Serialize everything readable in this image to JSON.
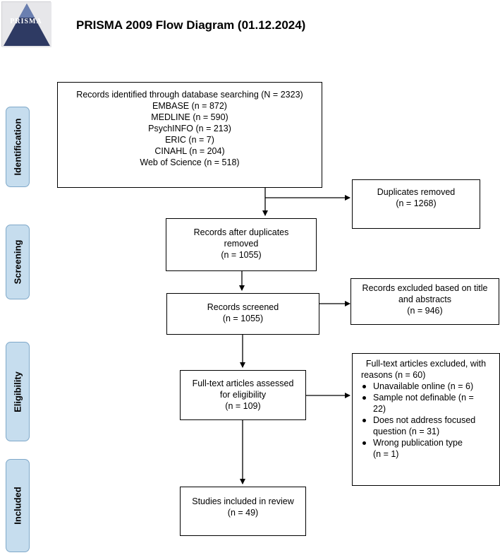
{
  "logo": {
    "text": "PRISMA"
  },
  "title": "PRISMA 2009 Flow Diagram (01.12.2024)",
  "stages": [
    "Identification",
    "Screening",
    "Eligibility",
    "Included"
  ],
  "boxes": {
    "identified": {
      "lines": [
        "Records identified through database searching (N = 2323)",
        "EMBASE (n = 872)",
        "MEDLINE (n = 590)",
        "PsychINFO (n = 213)",
        "ERIC (n = 7)",
        "CINAHL (n = 204)",
        "Web of Science (n = 518)"
      ]
    },
    "duplicates": {
      "lines": [
        "Duplicates removed",
        "(n = 1268)"
      ]
    },
    "after_duplicates": {
      "lines": [
        "Records after duplicates",
        "removed",
        "(n = 1055)"
      ]
    },
    "screened": {
      "lines": [
        "Records screened",
        "(n = 1055)"
      ]
    },
    "excluded_title": {
      "lines": [
        "Records excluded based on title",
        "and abstracts",
        "(n = 946)"
      ]
    },
    "fulltext": {
      "lines": [
        "Full-text articles assessed",
        "for eligibility",
        "(n = 109)"
      ]
    },
    "fulltext_excluded": {
      "heading": [
        "Full-text articles excluded, with",
        "reasons (n = 60)"
      ],
      "reasons": [
        [
          "Unavailable online (n = 6)"
        ],
        [
          "Sample not definable (n =",
          "22)"
        ],
        [
          "Does not address focused",
          "question (n = 31)"
        ],
        [
          "Wrong publication type",
          "(n = 1)"
        ]
      ]
    },
    "included": {
      "lines": [
        "Studies included in review",
        "(n = 49)"
      ]
    }
  }
}
